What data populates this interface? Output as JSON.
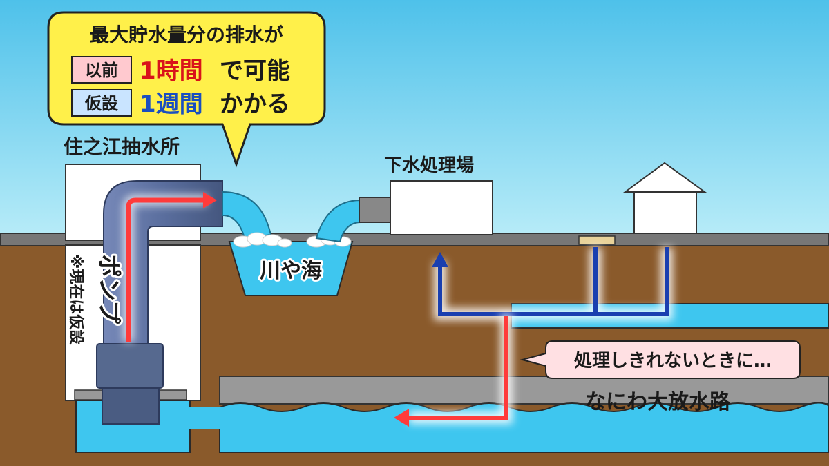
{
  "callout": {
    "line1": "最大貯水量分の排水が",
    "before_tag": "以前",
    "before_value": "1時間",
    "before_suffix": "で可能",
    "temp_tag": "仮設",
    "temp_value": "1週間",
    "temp_suffix": "かかる"
  },
  "labels": {
    "pump_station": "住之江抽水所",
    "pump": "ポンプ",
    "pump_note": "※現在は仮設",
    "river_sea": "川や海",
    "treatment_plant": "下水処理場",
    "overflow_note": "処理しきれないときに…",
    "drainage_tunnel": "なにわ大放水路"
  },
  "colors": {
    "sky_top": "#4ec1ea",
    "sky_bottom": "#b8ecf8",
    "soil": "#8a5a2b",
    "water": "#3ec6ef",
    "pipe": "#5a6e9e",
    "flow_red": "#ff3b3b",
    "flow_blue": "#1a3fb0",
    "callout_fill": "#fff04a",
    "tag_before": "#ffc9cf",
    "tag_temp": "#c9e4ff",
    "red_text": "#d9131a",
    "blue_text": "#1a4fc0",
    "note_fill": "#ffe0e3"
  }
}
